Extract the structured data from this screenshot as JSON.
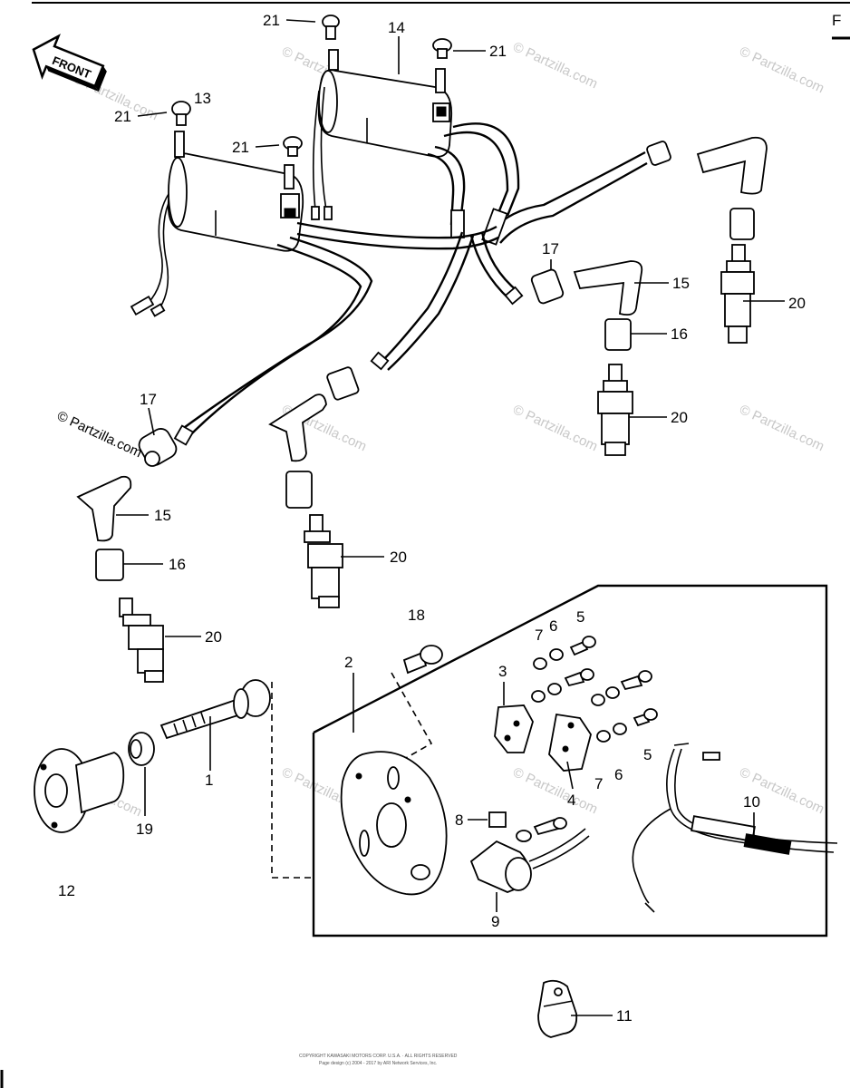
{
  "header": {
    "corner_text": "F"
  },
  "front_arrow": {
    "label": "FRONT"
  },
  "watermark": {
    "text": "© Partzilla.com"
  },
  "copyright": {
    "line1": "COPYRIGHT KAWASAKI MOTORS CORP. U.S.A. · ALL RIGHTS RESERVED",
    "line2": "Page design (c) 2004 - 2017 by ARI Network Services, Inc."
  },
  "callouts": {
    "c1": "1",
    "c2": "2",
    "c3": "3",
    "c4": "4",
    "c5a": "5",
    "c5b": "5",
    "c6a": "6",
    "c6b": "6",
    "c7a": "7",
    "c7b": "7",
    "c8": "8",
    "c9": "9",
    "c10": "10",
    "c11": "11",
    "c12": "12",
    "c13": "13",
    "c14": "14",
    "c15a": "15",
    "c15b": "15",
    "c16a": "16",
    "c16b": "16",
    "c17a": "17",
    "c17b": "17",
    "c18": "18",
    "c19": "19",
    "c20a": "20",
    "c20b": "20",
    "c20c": "20",
    "c20d": "20",
    "c21a": "21",
    "c21b": "21",
    "c21c": "21",
    "c21d": "21"
  }
}
